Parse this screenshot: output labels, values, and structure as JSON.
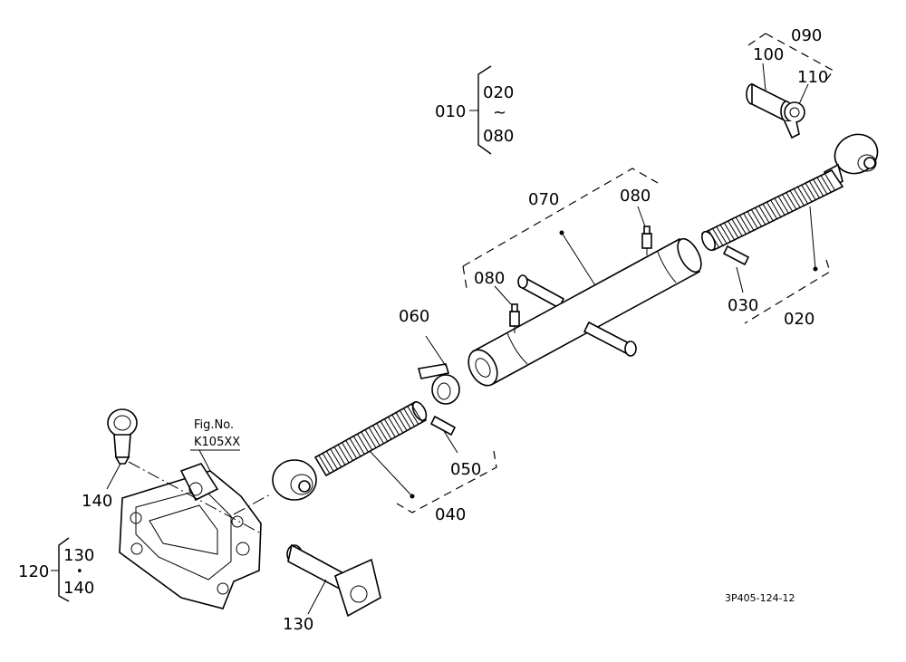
{
  "callouts": {
    "p010": "010",
    "p020_range_start": "020",
    "p_range_sep": "~",
    "p080_range_end": "080",
    "p020": "020",
    "p030": "030",
    "p040": "040",
    "p050": "050",
    "p060": "060",
    "p070": "070",
    "p080_upper": "080",
    "p080_lower": "080",
    "p090": "090",
    "p100": "100",
    "p110": "110",
    "p120": "120",
    "p130_group": "130",
    "p_group_sep": "•",
    "p140_group": "140",
    "p130": "130",
    "p140": "140"
  },
  "figure_ref": {
    "line1": "Fig.No.",
    "line2": "K105XX"
  },
  "drawing_number": "3P405-124-12"
}
